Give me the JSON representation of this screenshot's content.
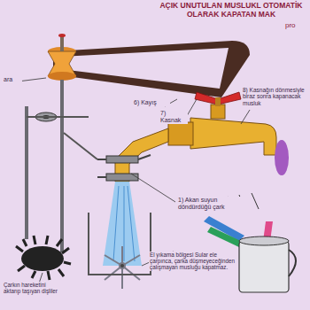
{
  "diagram": {
    "title": "AÇIK UNUTULAN MUSLUKL OTOMATİK OLARAK KAPATAN MAK",
    "labels": [
      "pro",
      "ara",
      "6) Kayış",
      "7) Kasnak",
      "8) Kasnağın dönmesiyle biraz sonra kapanacak musluk",
      "1) Akan suyun döndürdüğü çark",
      "El yıkama bölgesi Sular ele çarpınca, çarka düşmeyeceğinden çalışmayan musluğu kapatmaz.",
      "Çarkın hareketini aktarıp taşıyan dişliler"
    ]
  }
}
